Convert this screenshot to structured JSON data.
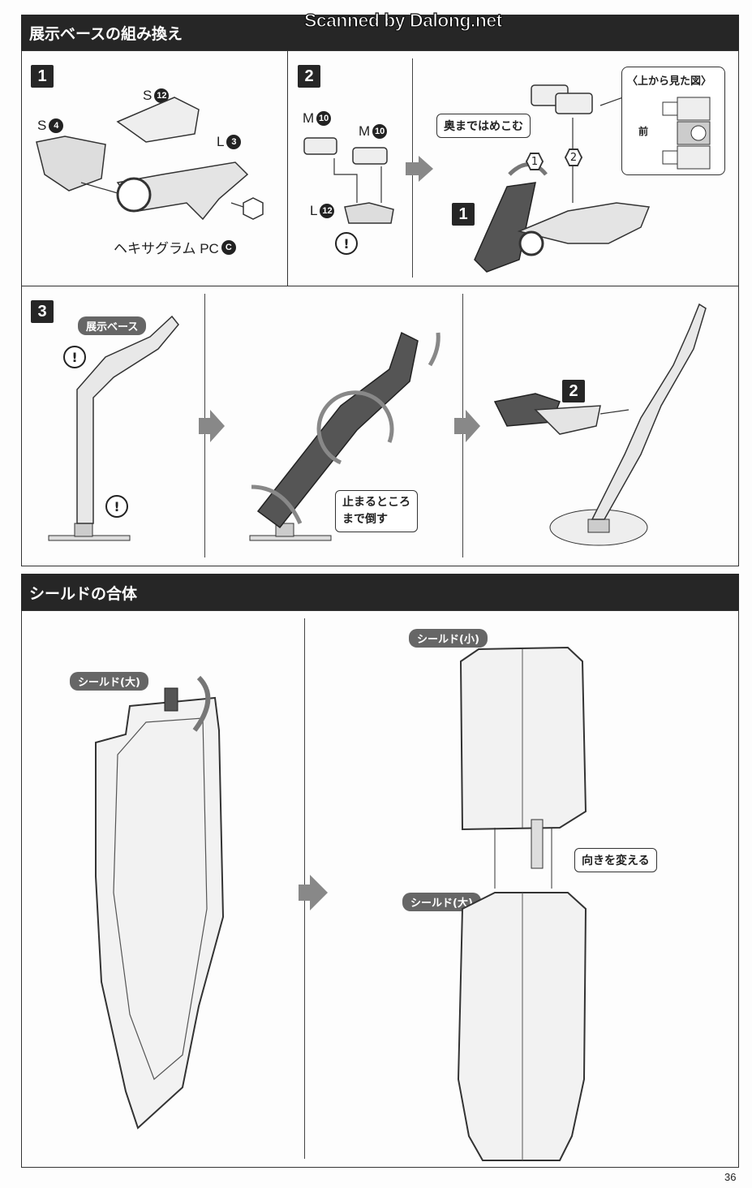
{
  "watermark": "Scanned by Dalong.net",
  "section1": {
    "title": "展示ベースの組み換え",
    "step1": {
      "number": "1",
      "parts": [
        {
          "letter": "S",
          "num": "12"
        },
        {
          "letter": "S",
          "num": "4"
        },
        {
          "letter": "L",
          "num": "3"
        },
        {
          "letter": "ヘキサグラム PC",
          "num": "C"
        }
      ]
    },
    "step2": {
      "number": "2",
      "parts": [
        {
          "letter": "M",
          "num": "10"
        },
        {
          "letter": "M",
          "num": "10"
        },
        {
          "letter": "L",
          "num": "12"
        }
      ],
      "caution": "!",
      "callout": "奥まではめこむ",
      "order1": "1",
      "order2": "2",
      "topview_title": "〈上から見た図〉",
      "front_label": "前",
      "ref_step": "1"
    },
    "step3": {
      "number": "3",
      "tag": "展示ベース",
      "caution": "!",
      "instruction_line1": "止まるところ",
      "instruction_line2": "まで倒す",
      "ref_step": "2"
    }
  },
  "section2": {
    "title": "シールドの合体",
    "tag_large": "シールド(大)",
    "tag_small": "シールド(小)",
    "tag_large2": "シールド(大)",
    "callout": "向きを変える"
  },
  "page_number": "36"
}
